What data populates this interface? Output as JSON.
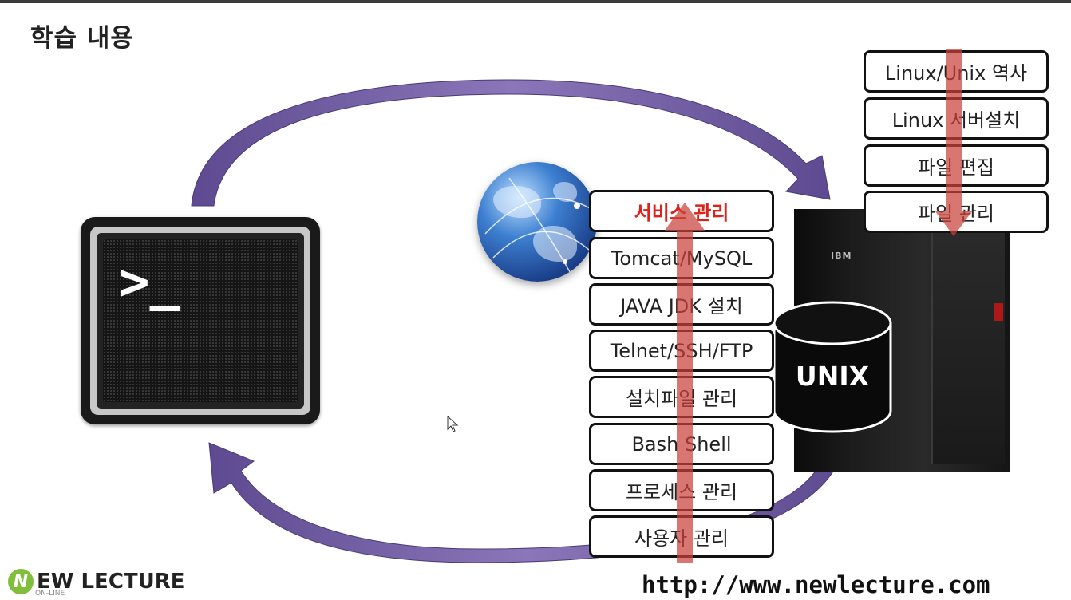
{
  "title": "학습 내용",
  "terminal": {
    "prompt": ">_"
  },
  "unix_label": "UNIX",
  "server_brand": "IBM",
  "left_stack": {
    "items": [
      "서비스 관리",
      "Tomcat/MySQL",
      "JAVA JDK 설치",
      "Telnet/SSH/FTP",
      "설치파일 관리",
      "Bash Shell",
      "프로세스 관리",
      "사용자 관리"
    ]
  },
  "right_stack": {
    "items": [
      "Linux/Unix 역사",
      "Linux 서버설치",
      "파일 편집",
      "파일 관리"
    ]
  },
  "footer": {
    "logo_mark": "N",
    "logo_text": "EW LECTURE",
    "logo_sub": "ON-LINE",
    "url": "http://www.newlecture.com"
  },
  "colors": {
    "cycle_arrow": "#7a64a8",
    "stack_arrow": "#c9433a",
    "highlight_text": "#e0201a"
  },
  "icons": [
    "terminal-icon",
    "globe-icon",
    "server-icon",
    "database-cylinder-icon",
    "mouse-cursor-icon"
  ]
}
